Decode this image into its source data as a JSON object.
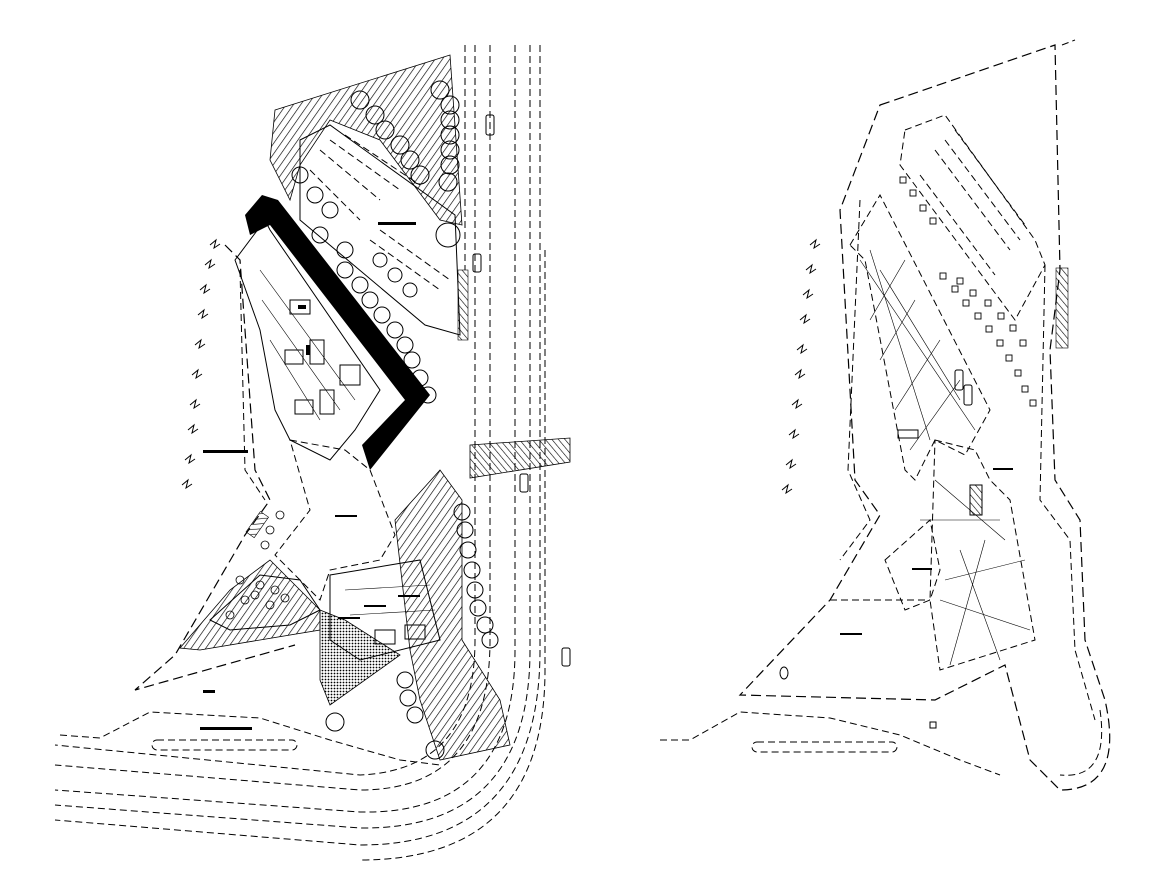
{
  "drawing": {
    "background_color": "#ffffff",
    "line_color": "#000000",
    "panels": [
      {
        "id": "site-plan-detailed",
        "style": "hatched landscape plan with trees, parking and building block"
      },
      {
        "id": "site-plan-outline",
        "style": "dashed outline plan with parking grid and roof structure"
      }
    ]
  }
}
